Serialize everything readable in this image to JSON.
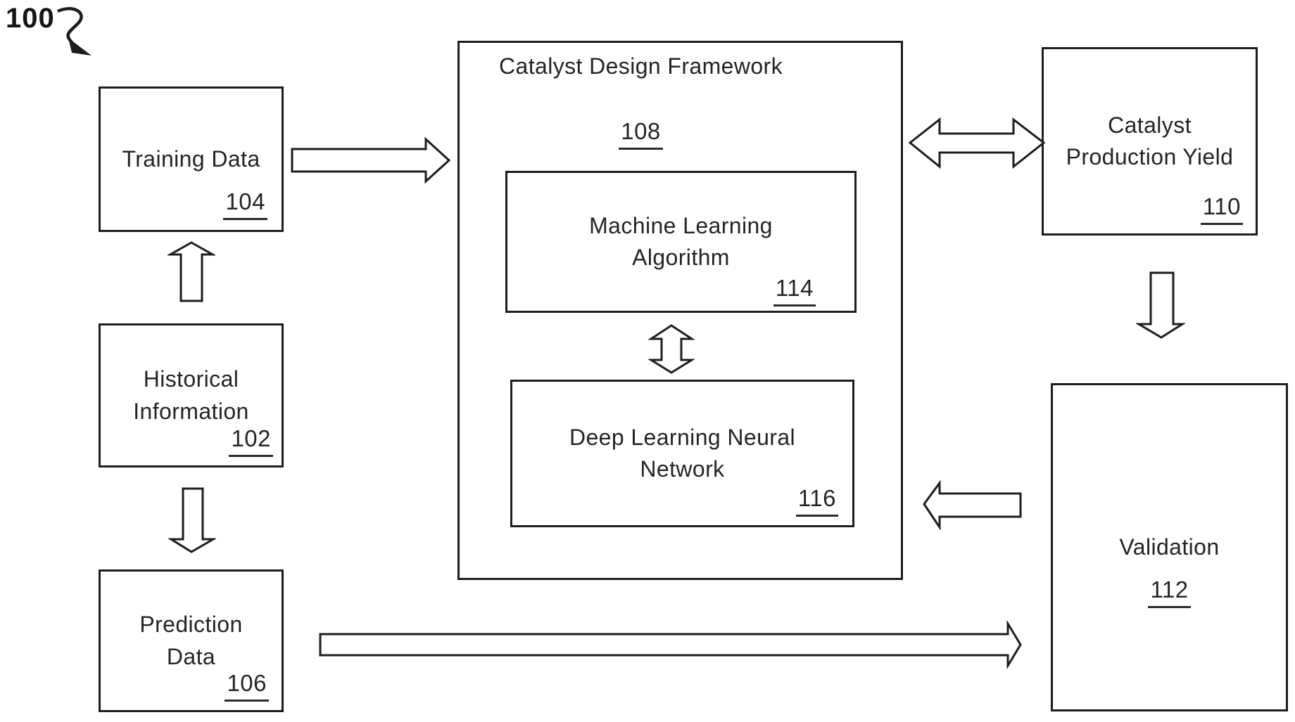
{
  "figure": {
    "reference_label": "100"
  },
  "nodes": {
    "training_data": {
      "label": "Training Data",
      "number": "104"
    },
    "historical_information": {
      "label": "Historical\nInformation",
      "number": "102"
    },
    "prediction_data": {
      "label": "Prediction\nData",
      "number": "106"
    },
    "catalyst_design_framework": {
      "label": "Catalyst Design Framework",
      "number": "108"
    },
    "machine_learning_algorithm": {
      "label": "Machine Learning\nAlgorithm",
      "number": "114"
    },
    "deep_learning_neural_network": {
      "label": "Deep Learning Neural\nNetwork",
      "number": "116"
    },
    "catalyst_production_yield": {
      "label": "Catalyst\nProduction Yield",
      "number": "110"
    },
    "validation": {
      "label": "Validation",
      "number": "112"
    }
  },
  "edges": [
    {
      "from": "historical_information",
      "to": "training_data",
      "arrow": "single"
    },
    {
      "from": "training_data",
      "to": "catalyst_design_framework",
      "arrow": "single"
    },
    {
      "from": "historical_information",
      "to": "prediction_data",
      "arrow": "single"
    },
    {
      "from": "machine_learning_algorithm",
      "to": "deep_learning_neural_network",
      "arrow": "double"
    },
    {
      "from": "catalyst_design_framework",
      "to": "catalyst_production_yield",
      "arrow": "double"
    },
    {
      "from": "catalyst_production_yield",
      "to": "validation",
      "arrow": "single"
    },
    {
      "from": "validation",
      "to": "catalyst_design_framework",
      "arrow": "single"
    },
    {
      "from": "prediction_data",
      "to": "validation",
      "arrow": "single"
    }
  ],
  "colors": {
    "ink": "#1d1d1d",
    "background": "#ffffff"
  }
}
